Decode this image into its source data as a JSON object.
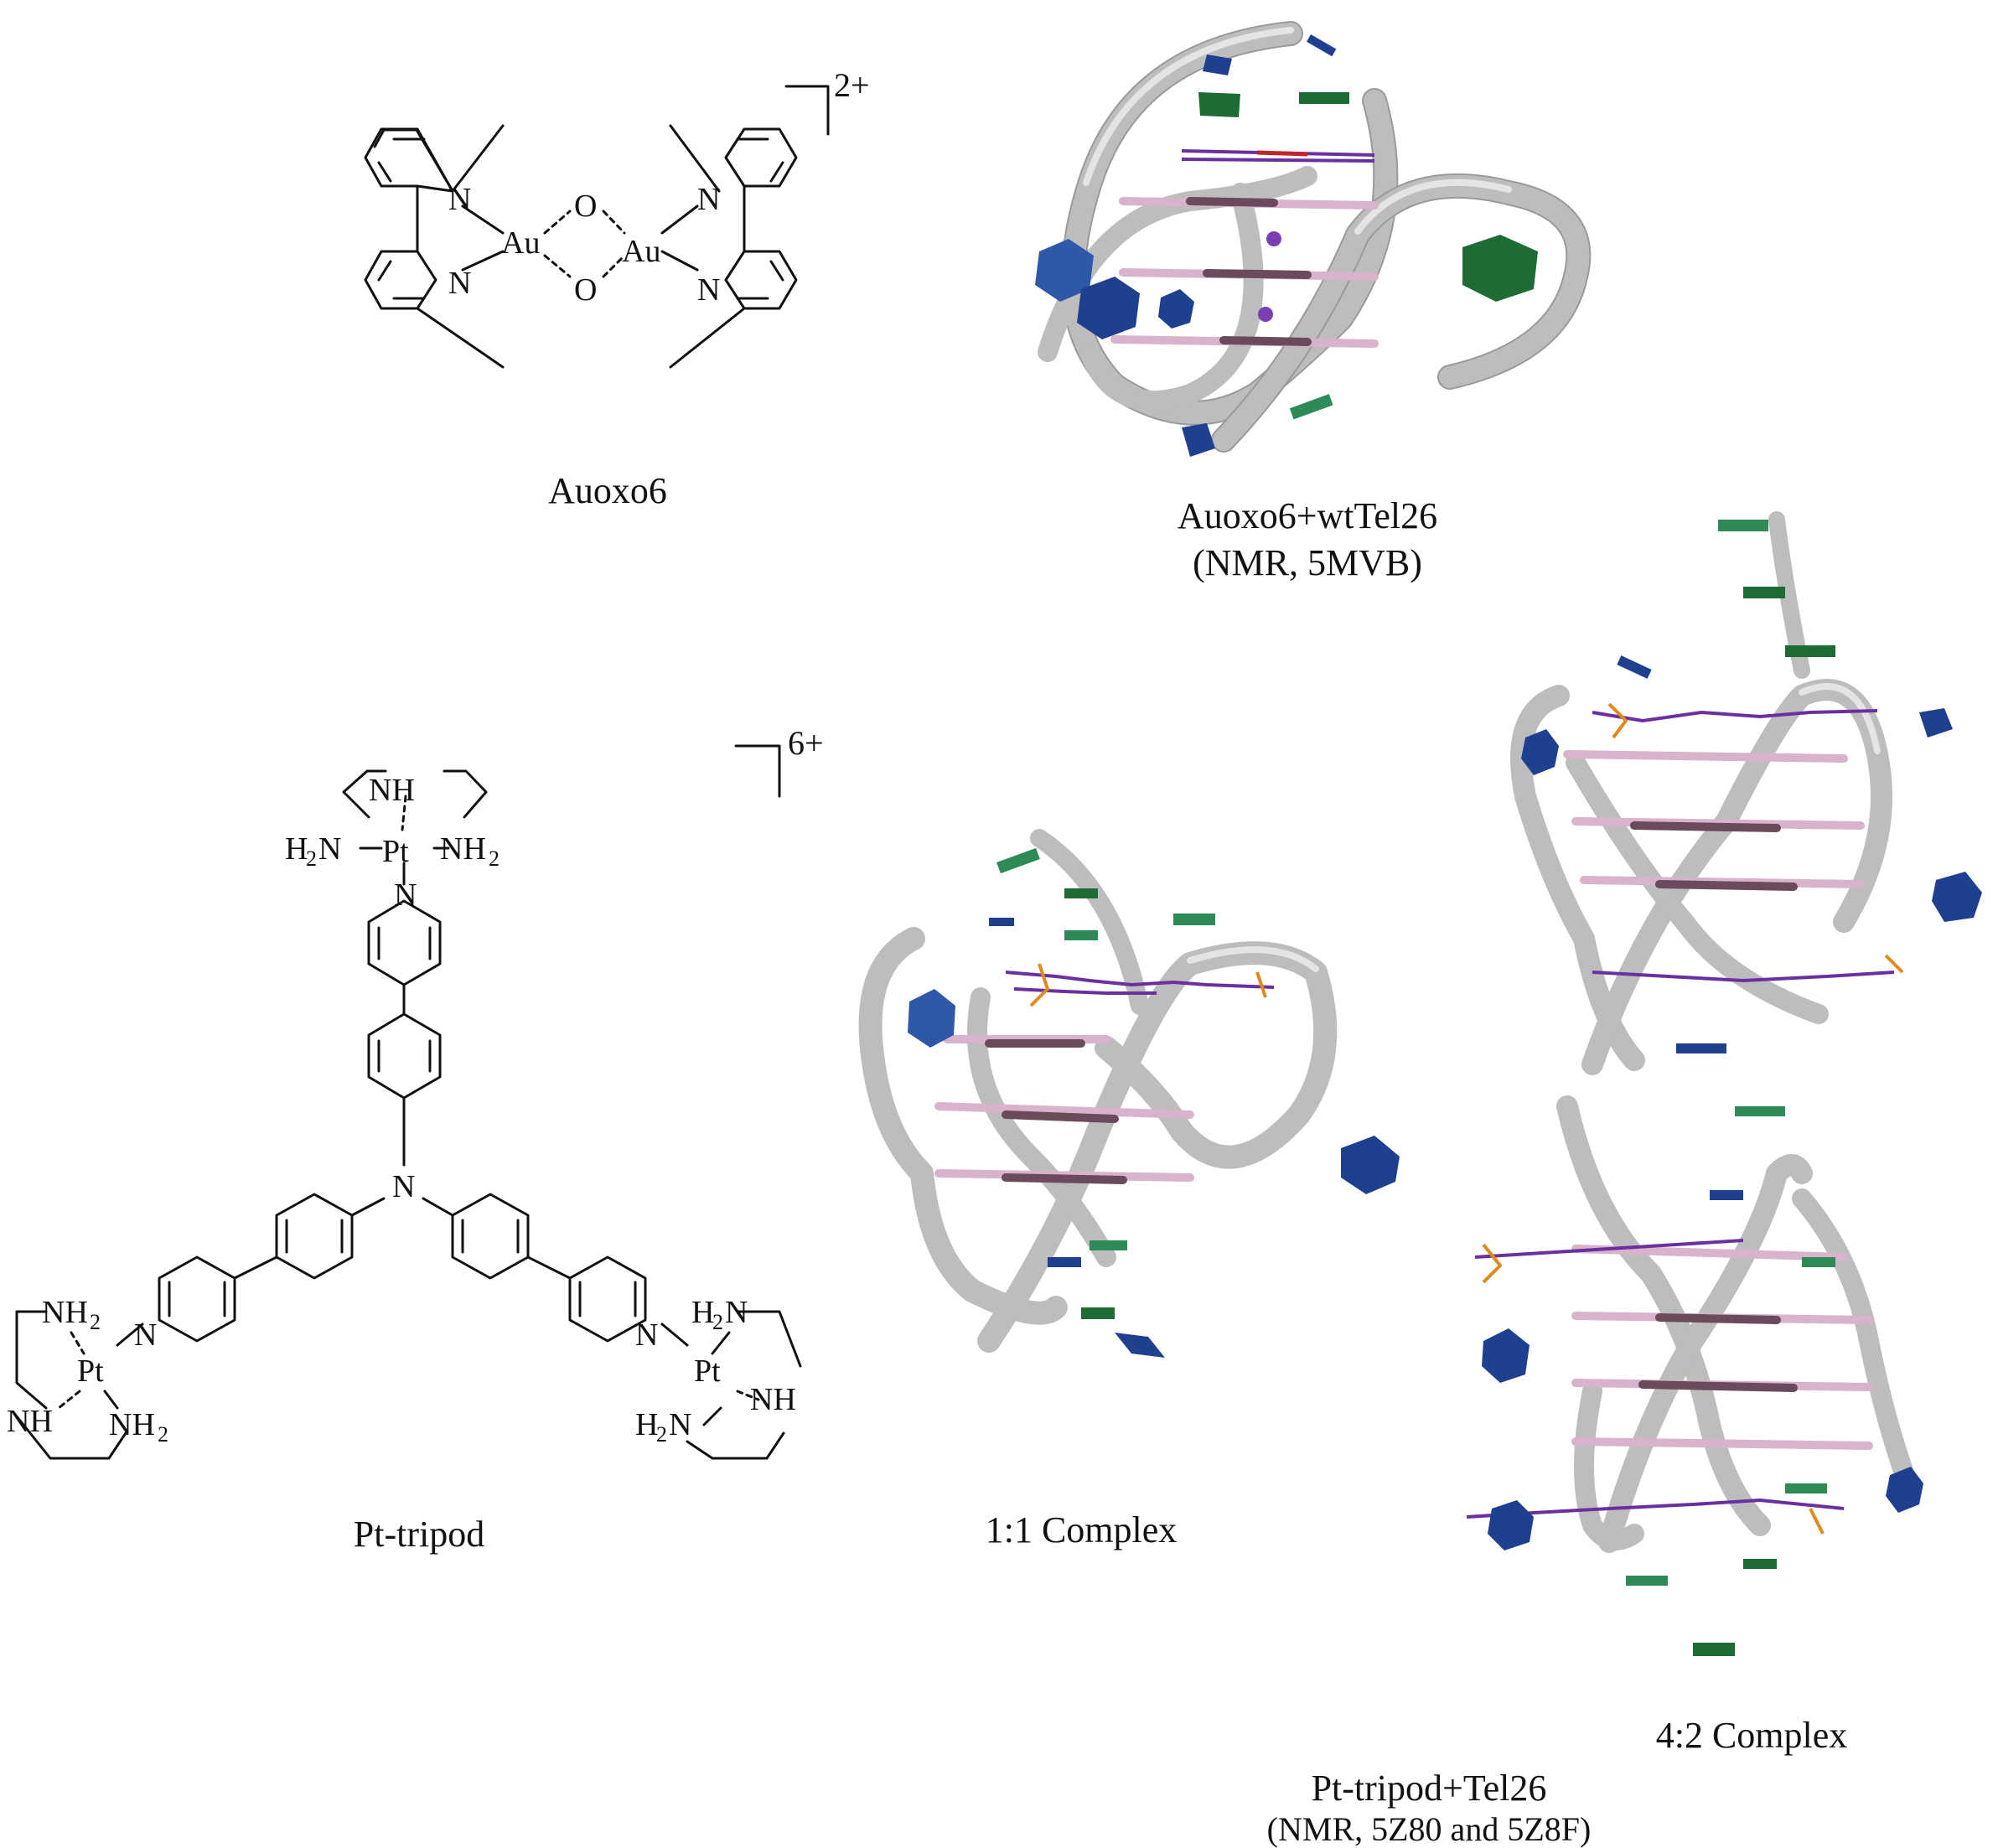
{
  "labels": {
    "auoxo6_name": "Auoxo6",
    "auoxo6_charge": "2+",
    "auoxo6_complex_title": "Auoxo6+wtTel26",
    "auoxo6_complex_source": "(NMR, 5MVB)",
    "pttripod_name": "Pt-tripod",
    "pttripod_charge": "6+",
    "complex_1_1": "1:1 Complex",
    "complex_4_2": "4:2 Complex",
    "pttripod_complex_title": "Pt-tripod+Tel26",
    "pttripod_complex_source": "(NMR, 5Z80 and 5Z8F)"
  },
  "atoms": {
    "N": "N",
    "O": "O",
    "Au": "Au",
    "Pt": "Pt",
    "NH": "NH",
    "NH2": "NH",
    "H2N": "H",
    "sub2": "2",
    "subN": "N"
  },
  "colors": {
    "backbone": "#bdbdbd",
    "base_blue": "#1f3f8f",
    "base_green": "#1d6b35",
    "pair_pink": "#d9b3cb",
    "ligand_purple": "#6a2fa0",
    "ligand_orange": "#e08a1e"
  }
}
